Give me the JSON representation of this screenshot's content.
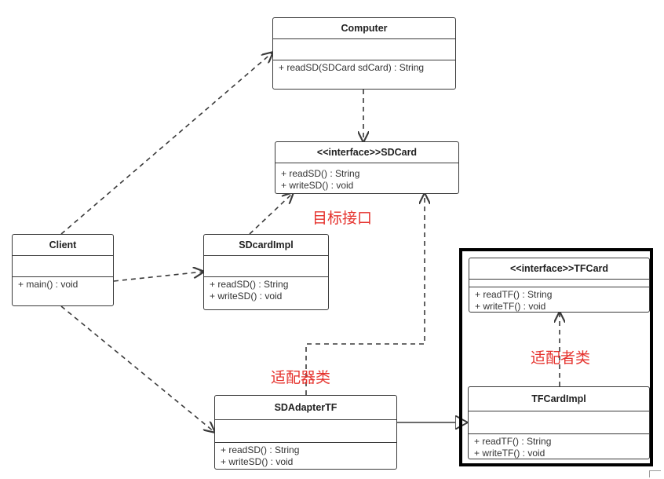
{
  "classes": {
    "computer": {
      "name": "Computer",
      "ops": [
        "+ readSD(SDCard sdCard) : String"
      ]
    },
    "sdcard": {
      "name": "<<interface>>SDCard",
      "ops": [
        "+ readSD() : String",
        "+ writeSD() : void"
      ]
    },
    "client": {
      "name": "Client",
      "ops": [
        "+ main() : void"
      ]
    },
    "sdcardimpl": {
      "name": "SDcardImpl",
      "ops": [
        "+ readSD() : String",
        "+ writeSD() : void"
      ]
    },
    "tfcard": {
      "name": "<<interface>>TFCard",
      "ops": [
        "+ readTF() : String",
        "+ writeTF() : void"
      ]
    },
    "tfcardimpl": {
      "name": "TFCardImpl",
      "ops": [
        "+ readTF() : String",
        "+ writeTF() : void"
      ]
    },
    "sdadaptertf": {
      "name": "SDAdapterTF",
      "ops": [
        "+ readSD() : String",
        "+ writeSD() : void"
      ]
    }
  },
  "notes": {
    "target": "目标接口",
    "adapter": "适配器类",
    "adaptee": "适配者类"
  },
  "colors": {
    "line": "#3a3a3a",
    "note": "#e5322d",
    "frame": "#000000"
  }
}
